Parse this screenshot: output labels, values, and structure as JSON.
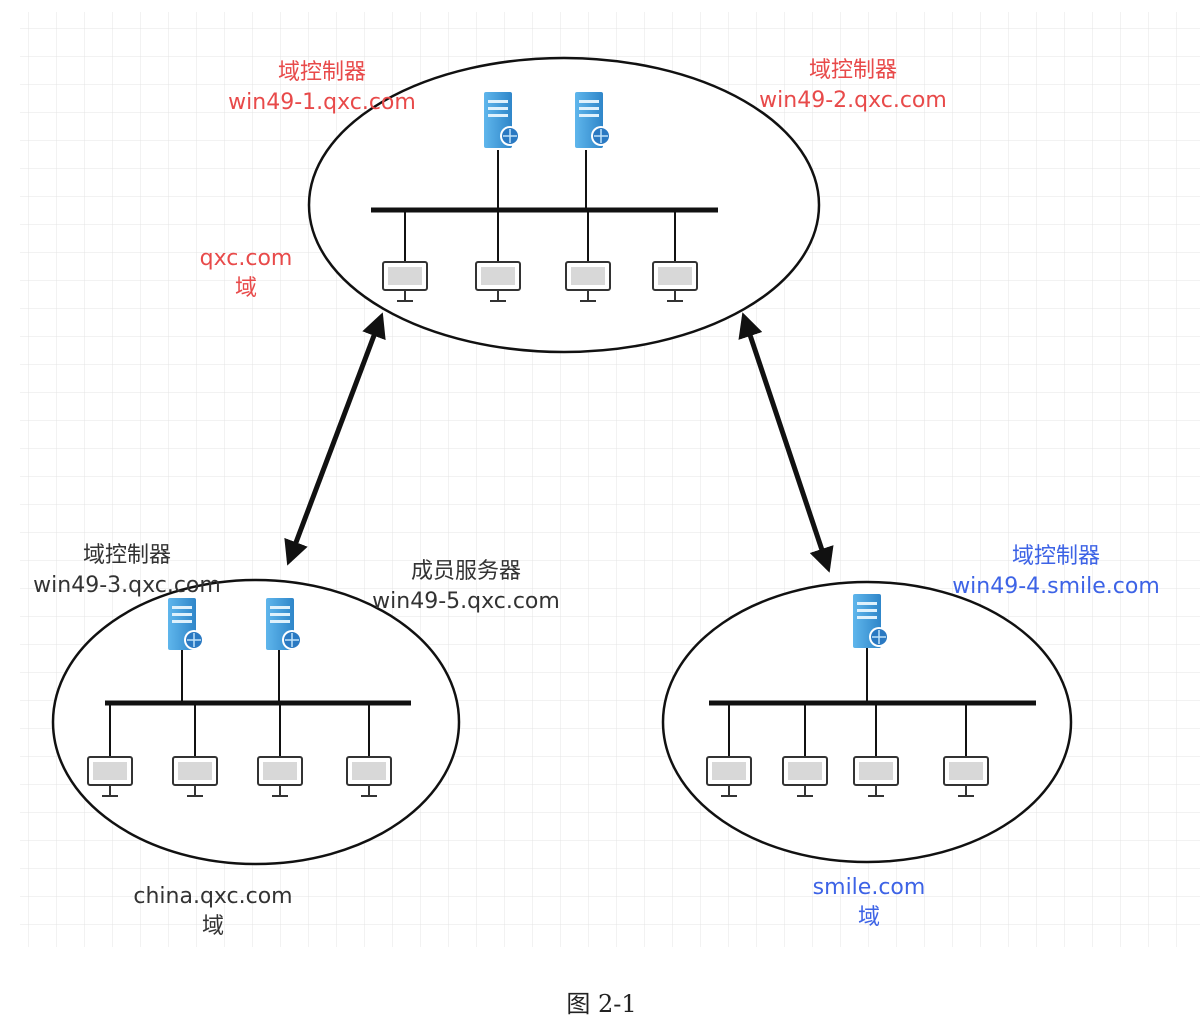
{
  "diagram": {
    "domains": [
      {
        "key": "qxc",
        "label": "qxc.com",
        "suffix": "域"
      },
      {
        "key": "china",
        "label": "china.qxc.com",
        "suffix": "域"
      },
      {
        "key": "smile",
        "label": "smile.com",
        "suffix": "域"
      }
    ],
    "servers": [
      {
        "role": "域控制器",
        "host": "win49-1.qxc.com"
      },
      {
        "role": "域控制器",
        "host": "win49-2.qxc.com"
      },
      {
        "role": "域控制器",
        "host": "win49-3.qxc.com"
      },
      {
        "role": "成员服务器",
        "host": "win49-5.qxc.com"
      },
      {
        "role": "域控制器",
        "host": "win49-4.smile.com"
      }
    ],
    "trust_links": 2,
    "colors": {
      "qxc": "#e84a4a",
      "china": "#333333",
      "smile": "#3d63e6",
      "line": "#111111",
      "grid": "#e4e4e4"
    },
    "icons": [
      "server-icon",
      "monitor-icon",
      "double-arrow-icon"
    ]
  },
  "caption": "图 2-1"
}
